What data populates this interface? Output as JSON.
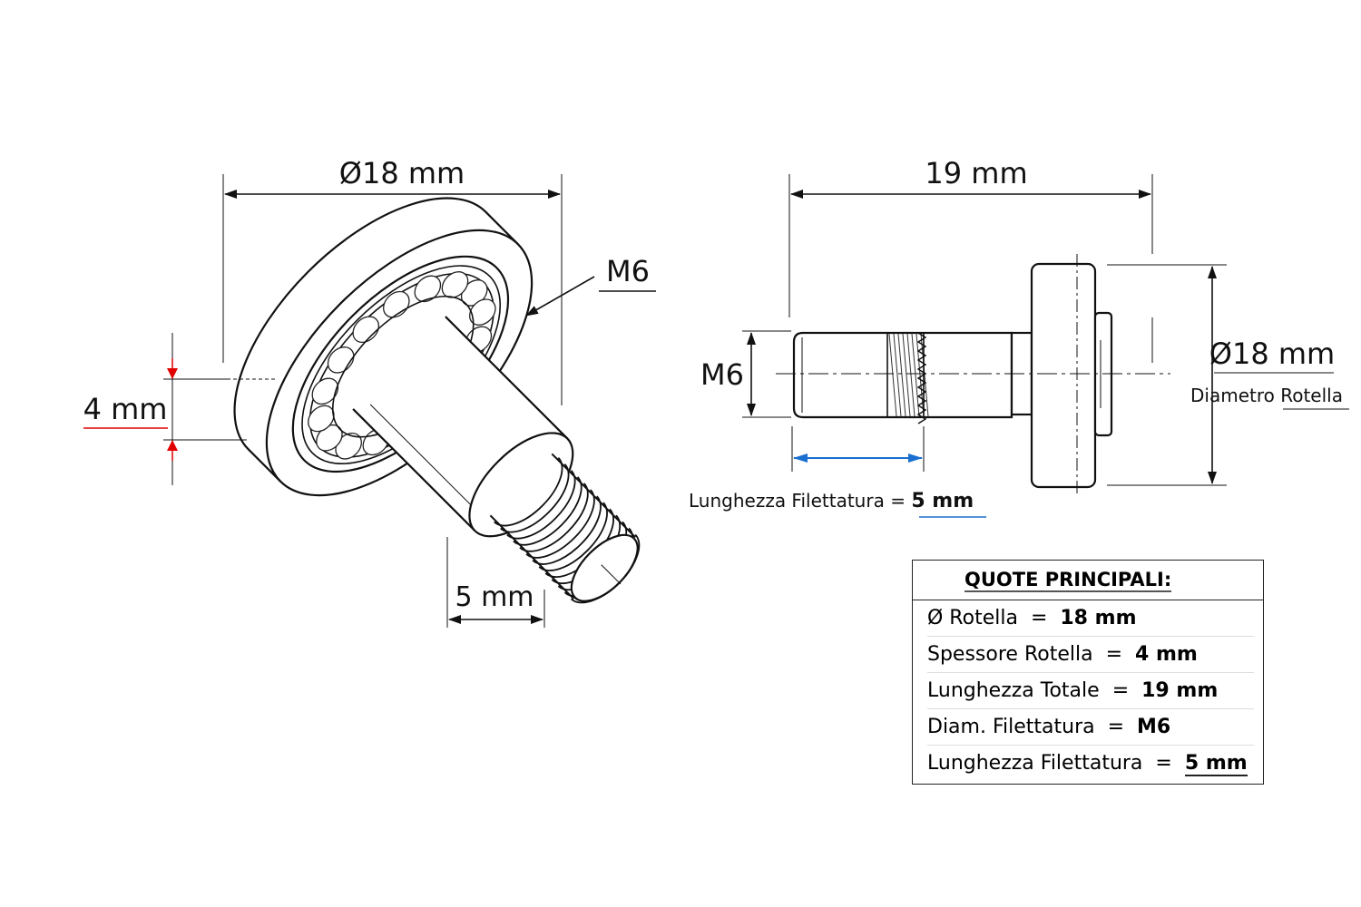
{
  "iso_view": {
    "diameter_label": "Ø18 mm",
    "thread_label": "M6",
    "thickness_label": "4 mm",
    "thread_length_label": "5 mm"
  },
  "side_view": {
    "length_label": "19 mm",
    "thread_label": "M6",
    "diameter_label": "Ø18 mm",
    "diameter_caption_1": "Diametro",
    "diameter_caption_2": "Rotella",
    "thread_length_caption": "Lunghezza Filettatura =",
    "thread_length_value": "5 mm"
  },
  "colors": {
    "accent_red": "#e00000",
    "accent_blue": "#1a6fd0"
  },
  "table": {
    "title": "QUOTE PRINCIPALI:",
    "rows": [
      {
        "label": "Ø Rotella",
        "value": "18 mm"
      },
      {
        "label": "Spessore Rotella",
        "value": "4 mm"
      },
      {
        "label": "Lunghezza Totale",
        "value": "19 mm"
      },
      {
        "label": "Diam. Filettatura",
        "value": "M6"
      },
      {
        "label": "Lunghezza Filettatura",
        "value": "5 mm"
      }
    ]
  }
}
